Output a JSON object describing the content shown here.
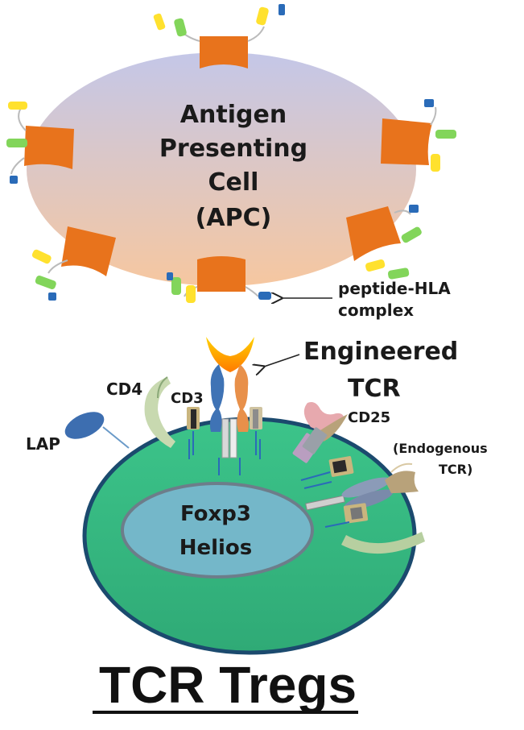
{
  "apc": {
    "line1": "Antigen",
    "line2": "Presenting",
    "line3": "Cell",
    "line4": "(APC)"
  },
  "labels": {
    "phla_1": "peptide-HLA",
    "phla_2": "complex",
    "eng_1": "Engineered",
    "eng_2": "TCR",
    "cd4": "CD4",
    "cd3": "CD3",
    "lap": "LAP",
    "cd25": "CD25",
    "endo_1": "(Endogenous",
    "endo_2": "TCR)"
  },
  "nucleus": {
    "line1": "Foxp3",
    "line2": "Helios"
  },
  "title": "TCR Tregs",
  "colors": {
    "hla": "#e8731c",
    "apc_top": "#c9cbe6",
    "apc_bottom": "#f4c7a4",
    "cell": "#3fbf86",
    "cell_edge": "#1b4a6e",
    "nucleus": "#74b7c9",
    "tcr_alpha": "#3f73b5",
    "tcr_beta": "#e8904a",
    "cd4": "#c8d9b0",
    "cd25": "#e7a9ae",
    "endo_tcr": "#8b9bb8",
    "endo_head": "#b8a27a",
    "lap": "#3d6eb0"
  }
}
